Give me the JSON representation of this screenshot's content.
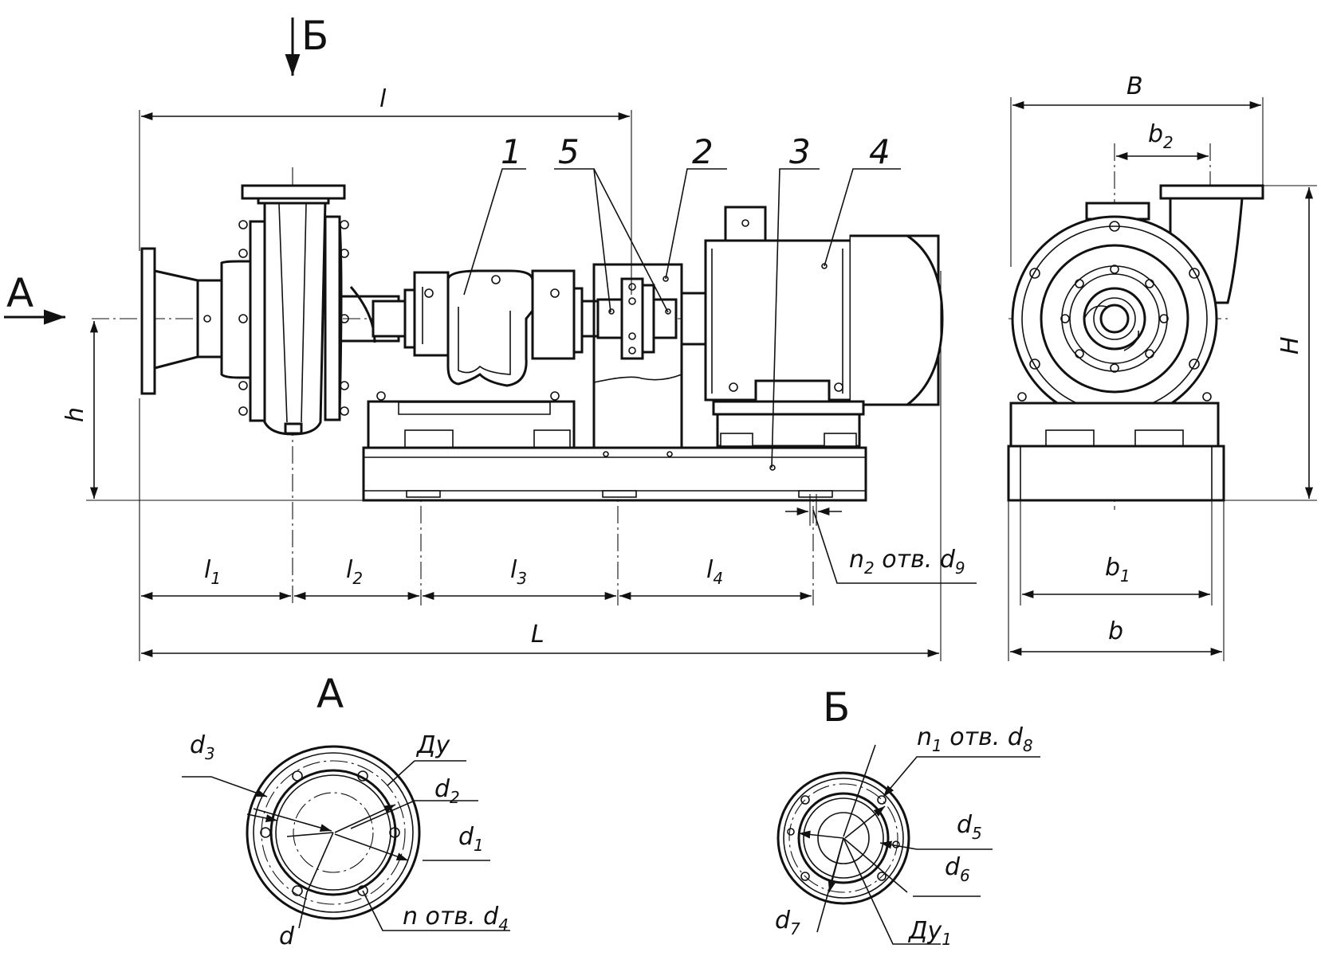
{
  "views": {
    "view_a_marker": "А",
    "view_b_marker": "Б",
    "view_a_title": "А",
    "view_b_title": "Б"
  },
  "callouts": {
    "c1": "1",
    "c2": "2",
    "c3": "3",
    "c4": "4",
    "c5": "5"
  },
  "dimensions": {
    "l": "l",
    "h": "h",
    "l1": "l",
    "l1_sub": "1",
    "l2": "l",
    "l2_sub": "2",
    "l3": "l",
    "l3_sub": "3",
    "l4": "l",
    "l4_sub": "4",
    "L": "L",
    "n2": "n",
    "n2_sub": "2",
    "n2_text": " отв. d",
    "n2_d_sub": "9",
    "B": "B",
    "b2": "b",
    "b2_sub": "2",
    "H": "H",
    "b1": "b",
    "b1_sub": "1",
    "b": "b"
  },
  "flange_a": {
    "d3": "d",
    "d3_sub": "3",
    "du": "Ду",
    "d2": "d",
    "d2_sub": "2",
    "d1": "d",
    "d1_sub": "1",
    "d": "d",
    "n_text": "n отв. d",
    "n_sub": "4"
  },
  "flange_b": {
    "n1": "n",
    "n1_sub": "1",
    "n1_text": " отв. d",
    "n1_d_sub": "8",
    "d5": "d",
    "d5_sub": "5",
    "d6": "d",
    "d6_sub": "6",
    "d7": "d",
    "d7_sub": "7",
    "du1": "Ду",
    "du1_sub": "1"
  }
}
